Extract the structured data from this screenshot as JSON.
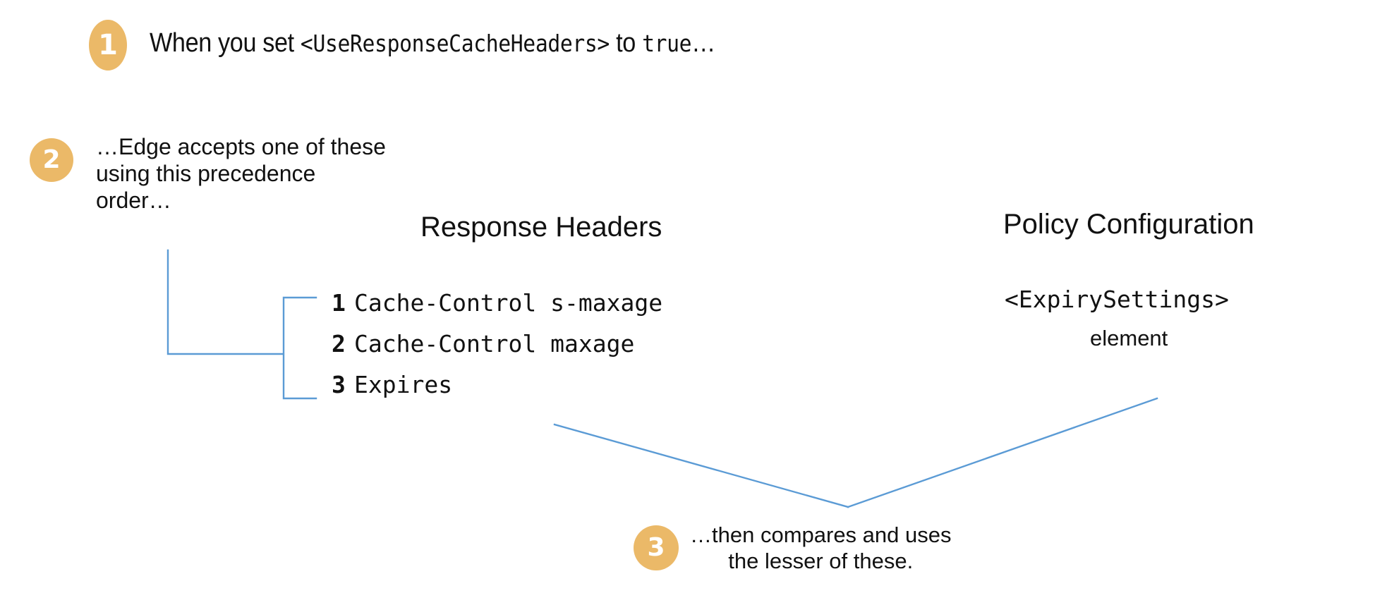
{
  "page": {
    "background": "#ffffff",
    "badge_color": "#EBB968",
    "connector_color": "#5B9BD5",
    "text_color": "#111111"
  },
  "steps": [
    {
      "number": "1",
      "text_before": "When you set ",
      "text_mono": "<UseResponseCacheHeaders>",
      "text_middle": " to ",
      "text_mono_2": "true",
      "text_after": "…"
    },
    {
      "number": "2",
      "text": "…Edge accepts one of these\nusing this precedence\norder…"
    },
    {
      "number": "3",
      "text": "…then compares and uses\nthe lesser of these."
    }
  ],
  "columns": {
    "response_headers": {
      "heading": "Response Headers",
      "items": [
        {
          "number": "1",
          "label": "Cache-Control s-maxage"
        },
        {
          "number": "2",
          "label": "Cache-Control maxage"
        },
        {
          "number": "3",
          "label": "Expires"
        }
      ]
    },
    "policy_configuration": {
      "heading": "Policy Configuration",
      "element_name": "<ExpirySettings>",
      "element_suffix": "element"
    }
  }
}
